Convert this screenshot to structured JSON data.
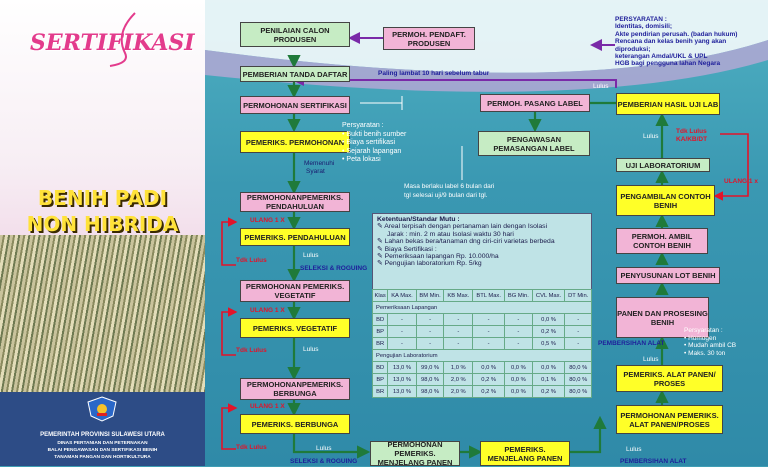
{
  "sidebar": {
    "logo_text": "SERTIFIKASI",
    "title_line1": "BENIH PADI",
    "title_line2": "NON HIBRIDA",
    "footer_line1": "PEMERINTAH PROVINSI SULAWESI UTARA",
    "footer_line2": "DINAS PERTANIAN DAN PETERNAKAN",
    "footer_line3": "BALAI PENGAWASAN DAN SERTIFIKASI BENIH",
    "footer_line4": "TANAMAN PANGAN DAN HORTIKULTURA"
  },
  "boxes": {
    "penilaian": "PENILAIAN CALON PRODUSEN",
    "permoh_pendaft": "PERMOH. PENDAFT. PRODUSEN",
    "pemberian_tanda": "PEMBERIAN TANDA DAFTAR",
    "permohonan_sertifikasi": "PERMOHONAN SERTIFIKASI",
    "pemeriks_permohonan": "PEMERIKS. PERMOHONAN",
    "permohonan_pendahuluan": "PERMOHONANPEMERIKS. PENDAHULUAN",
    "pemeriks_pendahuluan": "PEMERIKS. PENDAHULUAN",
    "permohonan_vegetatif": "PERMOHONAN PEMERIKS. VEGETATIF",
    "pemeriks_vegetatif": "PEMERIKS. VEGETATIF",
    "permohonan_berbunga": "PERMOHONANPEMERIKS. BERBUNGA",
    "pemeriks_berbunga": "PEMERIKS. BERBUNGA",
    "permohonan_menjelang_panen": "PERMOHONAN PEMERIKS. MENJELANG PANEN",
    "pemeriks_menjelang_panen": "PEMERIKS. MENJELANG PANEN",
    "permoh_pasang_label": "PERMOH. PASANG LABEL",
    "pengawasan_label": "PENGAWASAN PEMASANGAN LABEL",
    "pemberian_hasil_uji": "PEMBERIAN HASIL UJI LAB",
    "uji_lab": "UJI LABORATORIUM",
    "pengambilan_contoh": "PENGAMBILAN CONTOH BENIH",
    "permoh_ambil_contoh": "PERMOH. AMBIL CONTOH BENIH",
    "penyusunan_lot": "PENYUSUNAN LOT BENIH",
    "panen_prosesing": "PANEN DAN PROSESING BENIH",
    "pemeriks_alat": "PEMERIKS. ALAT PANEN/ PROSES",
    "permohonan_alat": "PERMOHONAN PEMERIKS. ALAT PANEN/PROSES"
  },
  "labels": {
    "paling_lambat": "Paling lambat 10 hari sebelum tabur",
    "memenuhi_1": "Memenuhi",
    "memenuhi_2": "Syarat",
    "lulus": "Lulus",
    "tdk_lulus": "Tdk Lulus",
    "ulang": "ULANG 1 X",
    "ulang_x": "ULANG 1 x",
    "seleksi": "SELEKSI & ROGUING",
    "pembersihan": "PEMBERSIHAN ALAT",
    "tdk_lulus_ka": "Tdk Lulus KA/KB/DT",
    "masa_berlaku_1": "Masa berlaku label 6 bulan dari",
    "masa_berlaku_2": "tgl selesai uji/9 bulan dari tgl."
  },
  "persyaratan_top": {
    "title": "PERSYARATAN :",
    "lines": [
      "Identitas, domisili;",
      "Akte pendirian perusah. (badan hukum)",
      "Rencana dan kelas benih yang akan",
      "diproduksi;",
      "keterangan Amdal/UKL & UPL",
      "HGB bagi pengguna lahan Negara"
    ]
  },
  "persyaratan_mid": {
    "title": "Persyaratan :",
    "lines": [
      "• Bukti benih sumber",
      "• Biaya sertifikasi",
      "• Sejarah lapangan",
      "• Peta lokasi"
    ]
  },
  "persyaratan_right": {
    "title": "Persyaratan :",
    "lines": [
      "• Homogen",
      "• Mudah ambil CB",
      "• Maks. 30 ton"
    ]
  },
  "ketentuan": {
    "title": "Ketentuan/Standar Mutu :",
    "lines": [
      "Areal terpisah dengan pertanaman lain dengan Isolasi",
      "Jarak : min. 2 m atau Isolasi waktu 30 hari",
      "Lahan bekas bera/tanaman dng ciri-ciri varietas berbeda",
      "Biaya Sertifikasi :",
      "Pemeriksaan lapangan Rp. 10.000/ha",
      "Pengujian laboratorium Rp. 5/kg"
    ]
  },
  "table": {
    "headers": [
      "Klas",
      "KA Max.",
      "BM Min.",
      "KB Max.",
      "BTL Max.",
      "BG Min.",
      "CVL Max.",
      "DT Min."
    ],
    "section1": "Pemeriksaan Lapangan",
    "field_rows": [
      [
        "BD",
        "-",
        "-",
        "-",
        "-",
        "-",
        "0,0 %",
        "-"
      ],
      [
        "BP",
        "-",
        "-",
        "-",
        "-",
        "-",
        "0,2 %",
        "-"
      ],
      [
        "BR",
        "-",
        "-",
        "-",
        "-",
        "-",
        "0,5 %",
        "-"
      ]
    ],
    "section2": "Pengujian Laboratorium",
    "lab_rows": [
      [
        "BD",
        "13,0 %",
        "99,0 %",
        "1,0 %",
        "0,0 %",
        "0,0 %",
        "0,0 %",
        "80,0 %"
      ],
      [
        "BP",
        "13,0 %",
        "98,0 %",
        "2,0 %",
        "0,2 %",
        "0,0 %",
        "0,1 %",
        "80,0 %"
      ],
      [
        "BR",
        "13,0 %",
        "98,0 %",
        "2,0 %",
        "0,2 %",
        "0,0 %",
        "0,2 %",
        "80,0 %"
      ]
    ]
  },
  "colors": {
    "green_box": "#c6ecc4",
    "pink_box": "#f2b4d6",
    "yellow_box": "#ffff28",
    "arrow_green": "#1f7a3a",
    "arrow_red": "#e2142a"
  }
}
